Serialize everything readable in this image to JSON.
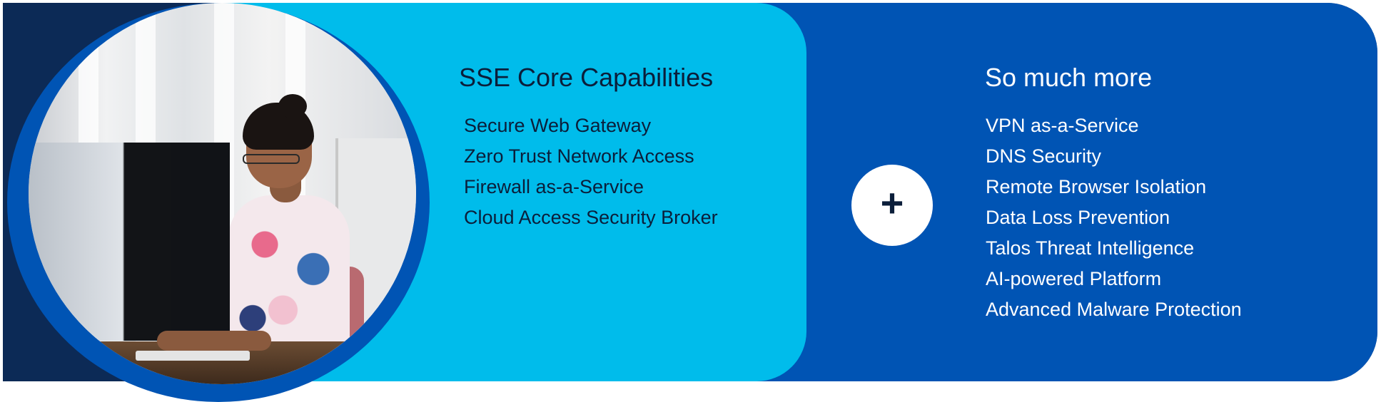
{
  "core": {
    "title": "SSE Core Capabilities",
    "items": [
      "Secure Web Gateway",
      "Zero Trust Network Access",
      "Firewall as-a-Service",
      "Cloud Access Security Broker"
    ]
  },
  "more": {
    "title": "So much more",
    "items": [
      "VPN as-a-Service",
      "DNS Security",
      "Remote Browser Isolation",
      "Data Loss Prevention",
      "Talos Threat Intelligence",
      "AI-powered Platform",
      "Advanced Malware Protection"
    ]
  },
  "icons": {
    "plus": "plus-icon",
    "plus_glyph": "+"
  },
  "colors": {
    "dark_navy": "#0c2a56",
    "royal_blue": "#0054b4",
    "sky_blue": "#00bceb",
    "text_dark": "#0b1e3a",
    "text_light": "#ffffff"
  }
}
